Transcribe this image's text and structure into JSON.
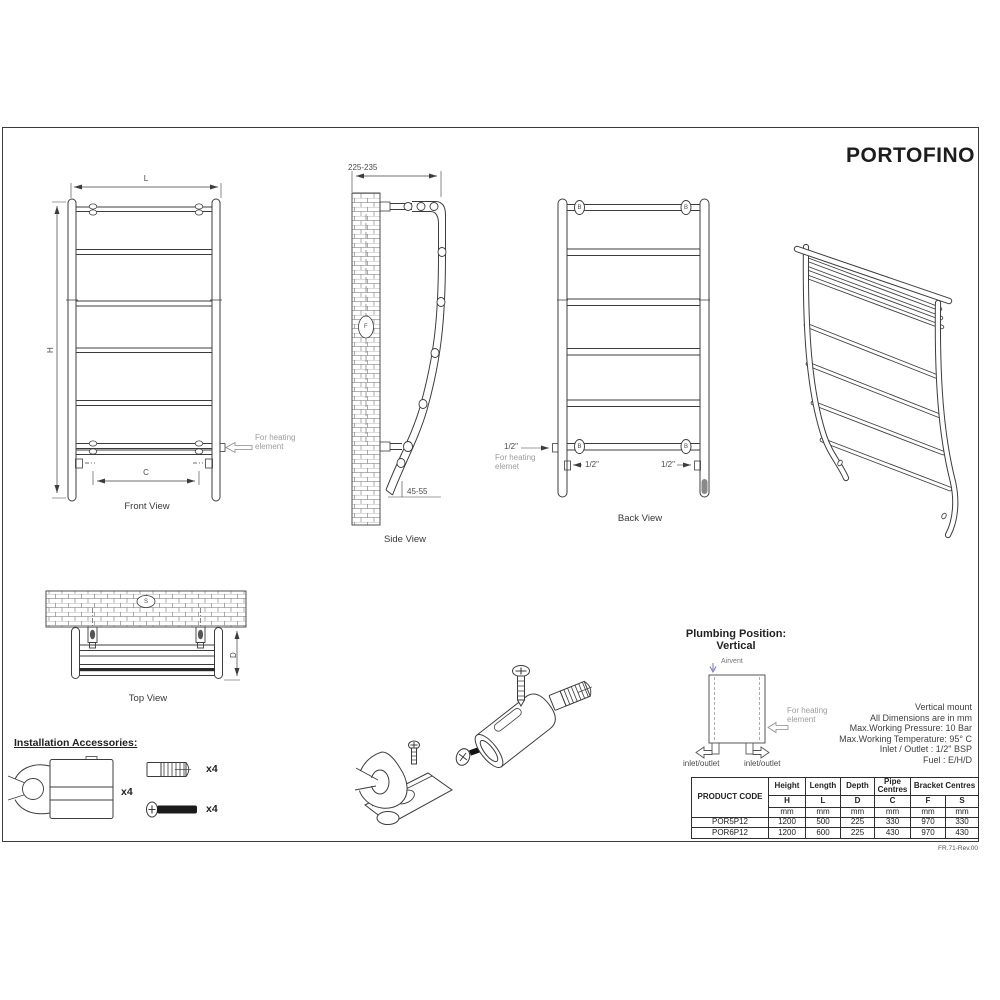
{
  "title": "PORTOFINO",
  "doc_ref": "FR.71-Rev.00",
  "views": {
    "front": {
      "caption": "Front View",
      "dim_length": "L",
      "dim_height": "H",
      "dim_pipe_centres": "C",
      "heating_note_line1": "For heating",
      "heating_note_line2": "element"
    },
    "side": {
      "caption": "Side View",
      "dim_wall_distance": "225-235",
      "dim_floor_distance": "45-55",
      "wall_marker": "F"
    },
    "back": {
      "caption": "Back View",
      "bracket_marker": "B",
      "inlet_size_left": "1/2\"",
      "inlet_size_bottom_left": "1/2\"",
      "inlet_size_bottom_right": "1/2\"",
      "heating_note_line1": "For heating",
      "heating_note_line2": "elemet"
    },
    "top": {
      "caption": "Top View",
      "dim_depth": "D",
      "wall_marker": "S"
    }
  },
  "accessories": {
    "heading": "Installation Accessories:",
    "bracket_qty": "x4",
    "wall_plug_qty": "x4",
    "screw_qty": "x4"
  },
  "plumbing": {
    "title": "Plumbing Position:",
    "subtitle": "Vertical",
    "airvent_label": "Airvent",
    "heating_note_line1": "For heating",
    "heating_note_line2": "element",
    "inlet_left": "inlet/outlet",
    "inlet_right": "inlet/outlet"
  },
  "specs": {
    "lines": [
      "Vertical mount",
      "All Dimensions are in mm",
      "Max.Working Pressure: 10 Bar",
      "Max.Working Temperature: 95° C",
      "Inlet / Outlet : 1/2\" BSP",
      "Fuel : E/H/D"
    ]
  },
  "table": {
    "product_code_header": "PRODUCT CODE",
    "group_headers": {
      "height": "Height",
      "length": "Length",
      "depth": "Depth",
      "pipe_centres": "Pipe Centres",
      "bracket_centres": "Bracket Centres"
    },
    "symbol_row": [
      "H",
      "L",
      "D",
      "C",
      "F",
      "S"
    ],
    "unit_row": [
      "mm",
      "mm",
      "mm",
      "mm",
      "mm",
      "mm"
    ],
    "rows": [
      {
        "code": "POR5P12",
        "values": [
          "1200",
          "500",
          "225",
          "330",
          "970",
          "330"
        ]
      },
      {
        "code": "POR6P12",
        "values": [
          "1200",
          "600",
          "225",
          "430",
          "970",
          "430"
        ]
      }
    ]
  }
}
